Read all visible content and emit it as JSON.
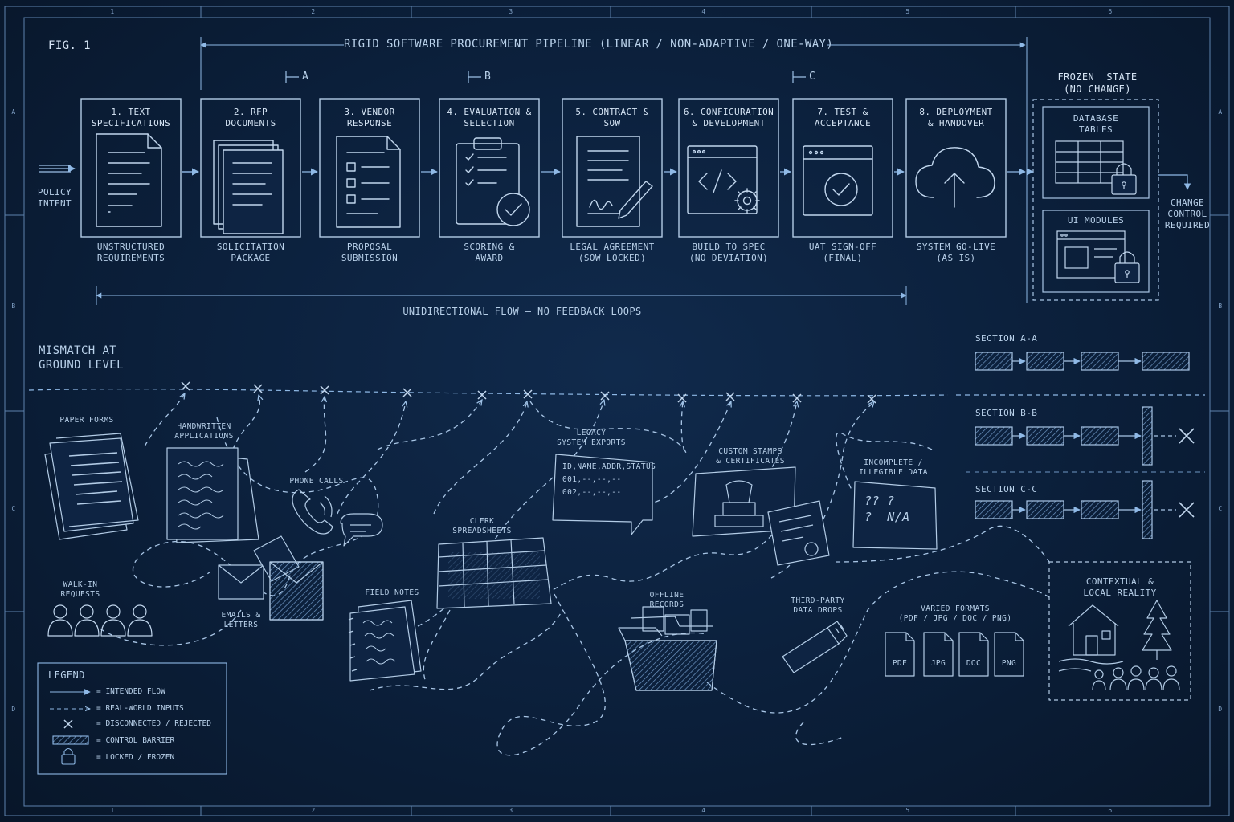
{
  "figure_label": "FIG. 1",
  "pipeline_title": "RIGID SOFTWARE PROCUREMENT PIPELINE (LINEAR / NON-ADAPTIVE / ONE-WAY)",
  "policy_intent": "POLICY\nINTENT",
  "markers": [
    "A",
    "B",
    "C"
  ],
  "stages": [
    {
      "title": "1. TEXT\nSPECIFICATIONS",
      "caption": "UNSTRUCTURED\nREQUIREMENTS",
      "icon": "document-icon"
    },
    {
      "title": "2. RFP\nDOCUMENTS",
      "caption": "SOLICITATION\nPACKAGE",
      "icon": "documents-stack-icon"
    },
    {
      "title": "3. VENDOR\nRESPONSE",
      "caption": "PROPOSAL\nSUBMISSION",
      "icon": "checklist-document-icon"
    },
    {
      "title": "4. EVALUATION &\nSELECTION",
      "caption": "SCORING &\nAWARD",
      "icon": "clipboard-check-icon"
    },
    {
      "title": "5. CONTRACT &\nSOW",
      "caption": "LEGAL AGREEMENT\n(SOW LOCKED)",
      "icon": "signed-contract-icon"
    },
    {
      "title": "6. CONFIGURATION\n& DEVELOPMENT",
      "caption": "BUILD TO SPEC\n(NO DEVIATION)",
      "icon": "code-gear-icon"
    },
    {
      "title": "7. TEST &\nACCEPTANCE",
      "caption": "UAT SIGN-OFF\n(FINAL)",
      "icon": "window-check-icon"
    },
    {
      "title": "8. DEPLOYMENT\n& HANDOVER",
      "caption": "SYSTEM GO-LIVE\n(AS IS)",
      "icon": "cloud-upload-icon"
    }
  ],
  "frozen": {
    "title": "FROZEN  STATE\n(NO CHANGE)",
    "db_label": "DATABASE\nTABLES",
    "ui_label": "UI MODULES",
    "change_control": "CHANGE\nCONTROL\nREQUIRED"
  },
  "flow_label": "UNIDIRECTIONAL FLOW — NO FEEDBACK LOOPS",
  "mismatch_title": "MISMATCH AT\nGROUND LEVEL",
  "sections": [
    "SECTION A-A",
    "SECTION B-B",
    "SECTION C-C"
  ],
  "inputs": {
    "paper_forms": "PAPER FORMS",
    "handwritten": "HANDWRITTEN\nAPPLICATIONS",
    "phone_calls": "PHONE CALLS",
    "legacy": "LEGACY\nSYSTEM EXPORTS",
    "legacy_rows": [
      "ID,NAME,ADDR,STATUS",
      "001,--,--,--",
      "002,--,--,--"
    ],
    "stamps": "CUSTOM STAMPS\n& CERTIFICATES",
    "incomplete": "INCOMPLETE /\nILLEGIBLE DATA",
    "incomplete_marks": "?? ?\n?  N/A",
    "clerk": "CLERK\nSPREADSHEETS",
    "walk_in": "WALK-IN\nREQUESTS",
    "emails": "EMAILS &\nLETTERS",
    "field_notes": "FIELD NOTES",
    "offline": "OFFLINE\nRECORDS",
    "third_party": "THIRD-PARTY\nDATA DROPS",
    "varied": "VARIED FORMATS\n(PDF / JPG / DOC / PNG)",
    "formats": [
      "PDF",
      "JPG",
      "DOC",
      "PNG"
    ],
    "contextual": "CONTEXTUAL &\nLOCAL REALITY"
  },
  "legend": {
    "title": "LEGEND",
    "items": [
      "= INTENDED FLOW",
      "= REAL-WORLD INPUTS",
      "= DISCONNECTED / REJECTED",
      "= CONTROL BARRIER",
      "= LOCKED / FROZEN"
    ]
  },
  "grid": {
    "columns": [
      "1",
      "2",
      "3",
      "4",
      "5",
      "6"
    ],
    "rows": [
      "A",
      "B",
      "C",
      "D"
    ]
  },
  "colors": {
    "background": "#0b1e38",
    "line": "#b9d1ea",
    "accent": "#7fb2e6"
  }
}
